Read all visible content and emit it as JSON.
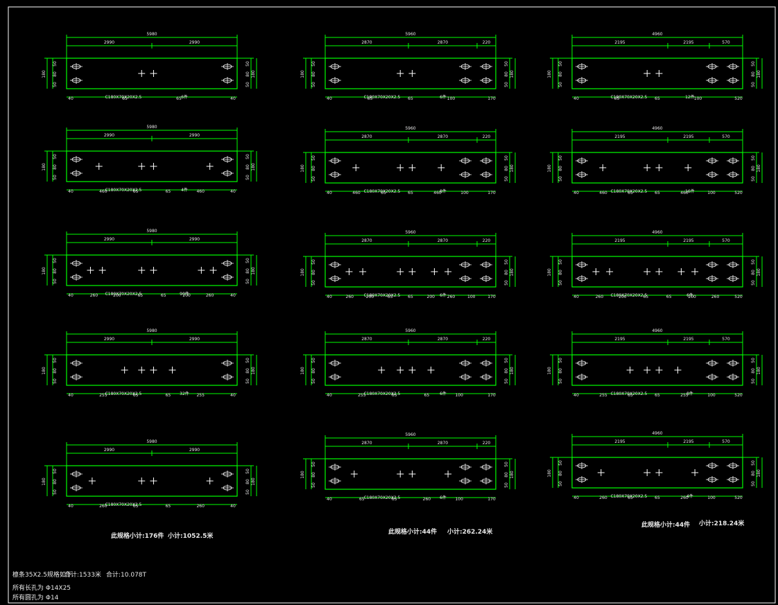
{
  "colors": {
    "background": "#000000",
    "line": "#00ff00",
    "text": "#e8e8e8",
    "holes": "#ffffff",
    "frame": "#ffffff"
  },
  "columns": [
    {
      "total": "5980",
      "top_segments": [
        "2990",
        "2990"
      ],
      "side_dims": [
        "50",
        "80",
        "50"
      ],
      "side_total": "180",
      "panels": [
        {
          "spec": "C180X70X20X2.5",
          "count": "6件",
          "bottom": [
            "40",
            "65",
            "65",
            "40"
          ]
        },
        {
          "spec": "C180X70X20X2.5",
          "count": "4件",
          "bottom": [
            "40",
            "460",
            "65",
            "65",
            "460",
            "40"
          ]
        },
        {
          "spec": "C180X70X20X2.5",
          "count": "90件",
          "bottom": [
            "40",
            "260",
            "200",
            "65",
            "65",
            "200",
            "260",
            "40"
          ]
        },
        {
          "spec": "C180X70X20X2.5",
          "count": "32件",
          "bottom": [
            "40",
            "255",
            "65",
            "65",
            "255",
            "40"
          ]
        },
        {
          "spec": "C180X70X20X2.5",
          "count": "",
          "bottom": [
            "40",
            "260",
            "65",
            "65",
            "260",
            "40"
          ]
        }
      ],
      "summary": "此规格小计:176件",
      "subtotal": "小计:1052.5米"
    },
    {
      "total": "5960",
      "top_segments": [
        "2870",
        "2870",
        "220"
      ],
      "side_dims": [
        "50",
        "80",
        "50"
      ],
      "side_total": "180",
      "panels": [
        {
          "spec": "C180X70X20X2.5",
          "count": "6件",
          "bottom": [
            "40",
            "65",
            "65",
            "100",
            "170"
          ]
        },
        {
          "spec": "C180X70X20X2.5",
          "count": "8件",
          "bottom": [
            "40",
            "460",
            "65",
            "65",
            "460",
            "100",
            "170"
          ]
        },
        {
          "spec": "C180X70X20X2.5",
          "count": "6件",
          "bottom": [
            "40",
            "260",
            "200",
            "65",
            "65",
            "200",
            "260",
            "100",
            "170"
          ]
        },
        {
          "spec": "C180X70X20X2.5",
          "count": "6件",
          "bottom": [
            "40",
            "255",
            "65",
            "65",
            "100",
            "170"
          ]
        },
        {
          "spec": "C180X70X20X2.5",
          "count": "6件",
          "bottom": [
            "40",
            "65",
            "65",
            "260",
            "100",
            "170"
          ]
        }
      ],
      "summary": "此规格小计:44件",
      "subtotal": "小计:262.24米"
    },
    {
      "total": "4960",
      "top_segments": [
        "2195",
        "2195",
        "570"
      ],
      "side_dims": [
        "50",
        "80",
        "50"
      ],
      "side_total": "180",
      "panels": [
        {
          "spec": "C180X70X20X2.5",
          "count": "12件",
          "bottom": [
            "40",
            "65",
            "65",
            "100",
            "520"
          ]
        },
        {
          "spec": "C180X70X20X2.5",
          "count": "16件",
          "bottom": [
            "40",
            "460",
            "65",
            "65",
            "460",
            "100",
            "520"
          ]
        },
        {
          "spec": "C180X70X20X2.5",
          "count": "6件",
          "bottom": [
            "40",
            "260",
            "200",
            "65",
            "65",
            "200",
            "260",
            "520"
          ]
        },
        {
          "spec": "C180X70X20X2.5",
          "count": "8件",
          "bottom": [
            "40",
            "255",
            "65",
            "65",
            "255",
            "100",
            "520"
          ]
        },
        {
          "spec": "C180X70X20X2.5",
          "count": "4件",
          "bottom": [
            "40",
            "260",
            "65",
            "65",
            "260",
            "100",
            "520"
          ]
        }
      ],
      "summary": "此规格小计:44件",
      "subtotal": "小计:218.24米"
    }
  ],
  "footer": {
    "material": "檩条35X2.5规格如下",
    "total_length": "合计:1533米",
    "total_weight": "合计:10.078T",
    "note1": "所有长孔为 Φ14X25",
    "note2": "所有圆孔为 Φ14"
  }
}
